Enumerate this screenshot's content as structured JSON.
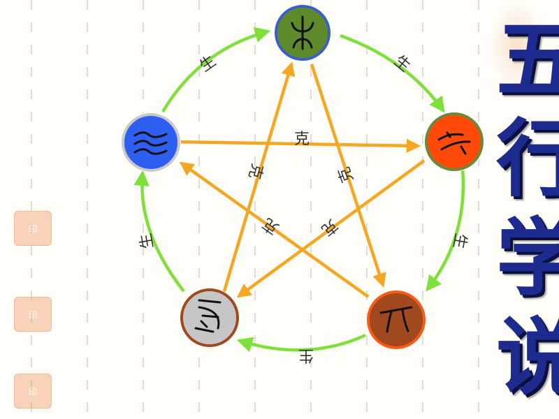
{
  "title_chars": [
    "五",
    "行",
    "学",
    "说"
  ],
  "relation_labels": {
    "generate": "生",
    "overcome": "克"
  },
  "colors": {
    "generate_arrow": "#7ee03a",
    "overcome_arrow": "#f5a623",
    "title": "#1d2b8f"
  },
  "elements": [
    {
      "id": "wood",
      "glyph_icon": "seal-wood-glyph",
      "fill": "#5f8a2c",
      "ring": "#3a5fc8"
    },
    {
      "id": "fire",
      "glyph_icon": "seal-fire-glyph",
      "fill": "#ff4a0a",
      "ring": "#6a8a3a"
    },
    {
      "id": "earth",
      "glyph_icon": "seal-earth-glyph",
      "fill": "#a0481e",
      "ring": "#ff5a14"
    },
    {
      "id": "metal",
      "glyph_icon": "seal-metal-glyph",
      "fill": "#c6c6c6",
      "ring": "#a0481e"
    },
    {
      "id": "water",
      "glyph_icon": "seal-water-glyph",
      "fill": "#2f5ff0",
      "ring": "#c9c9c9"
    }
  ]
}
